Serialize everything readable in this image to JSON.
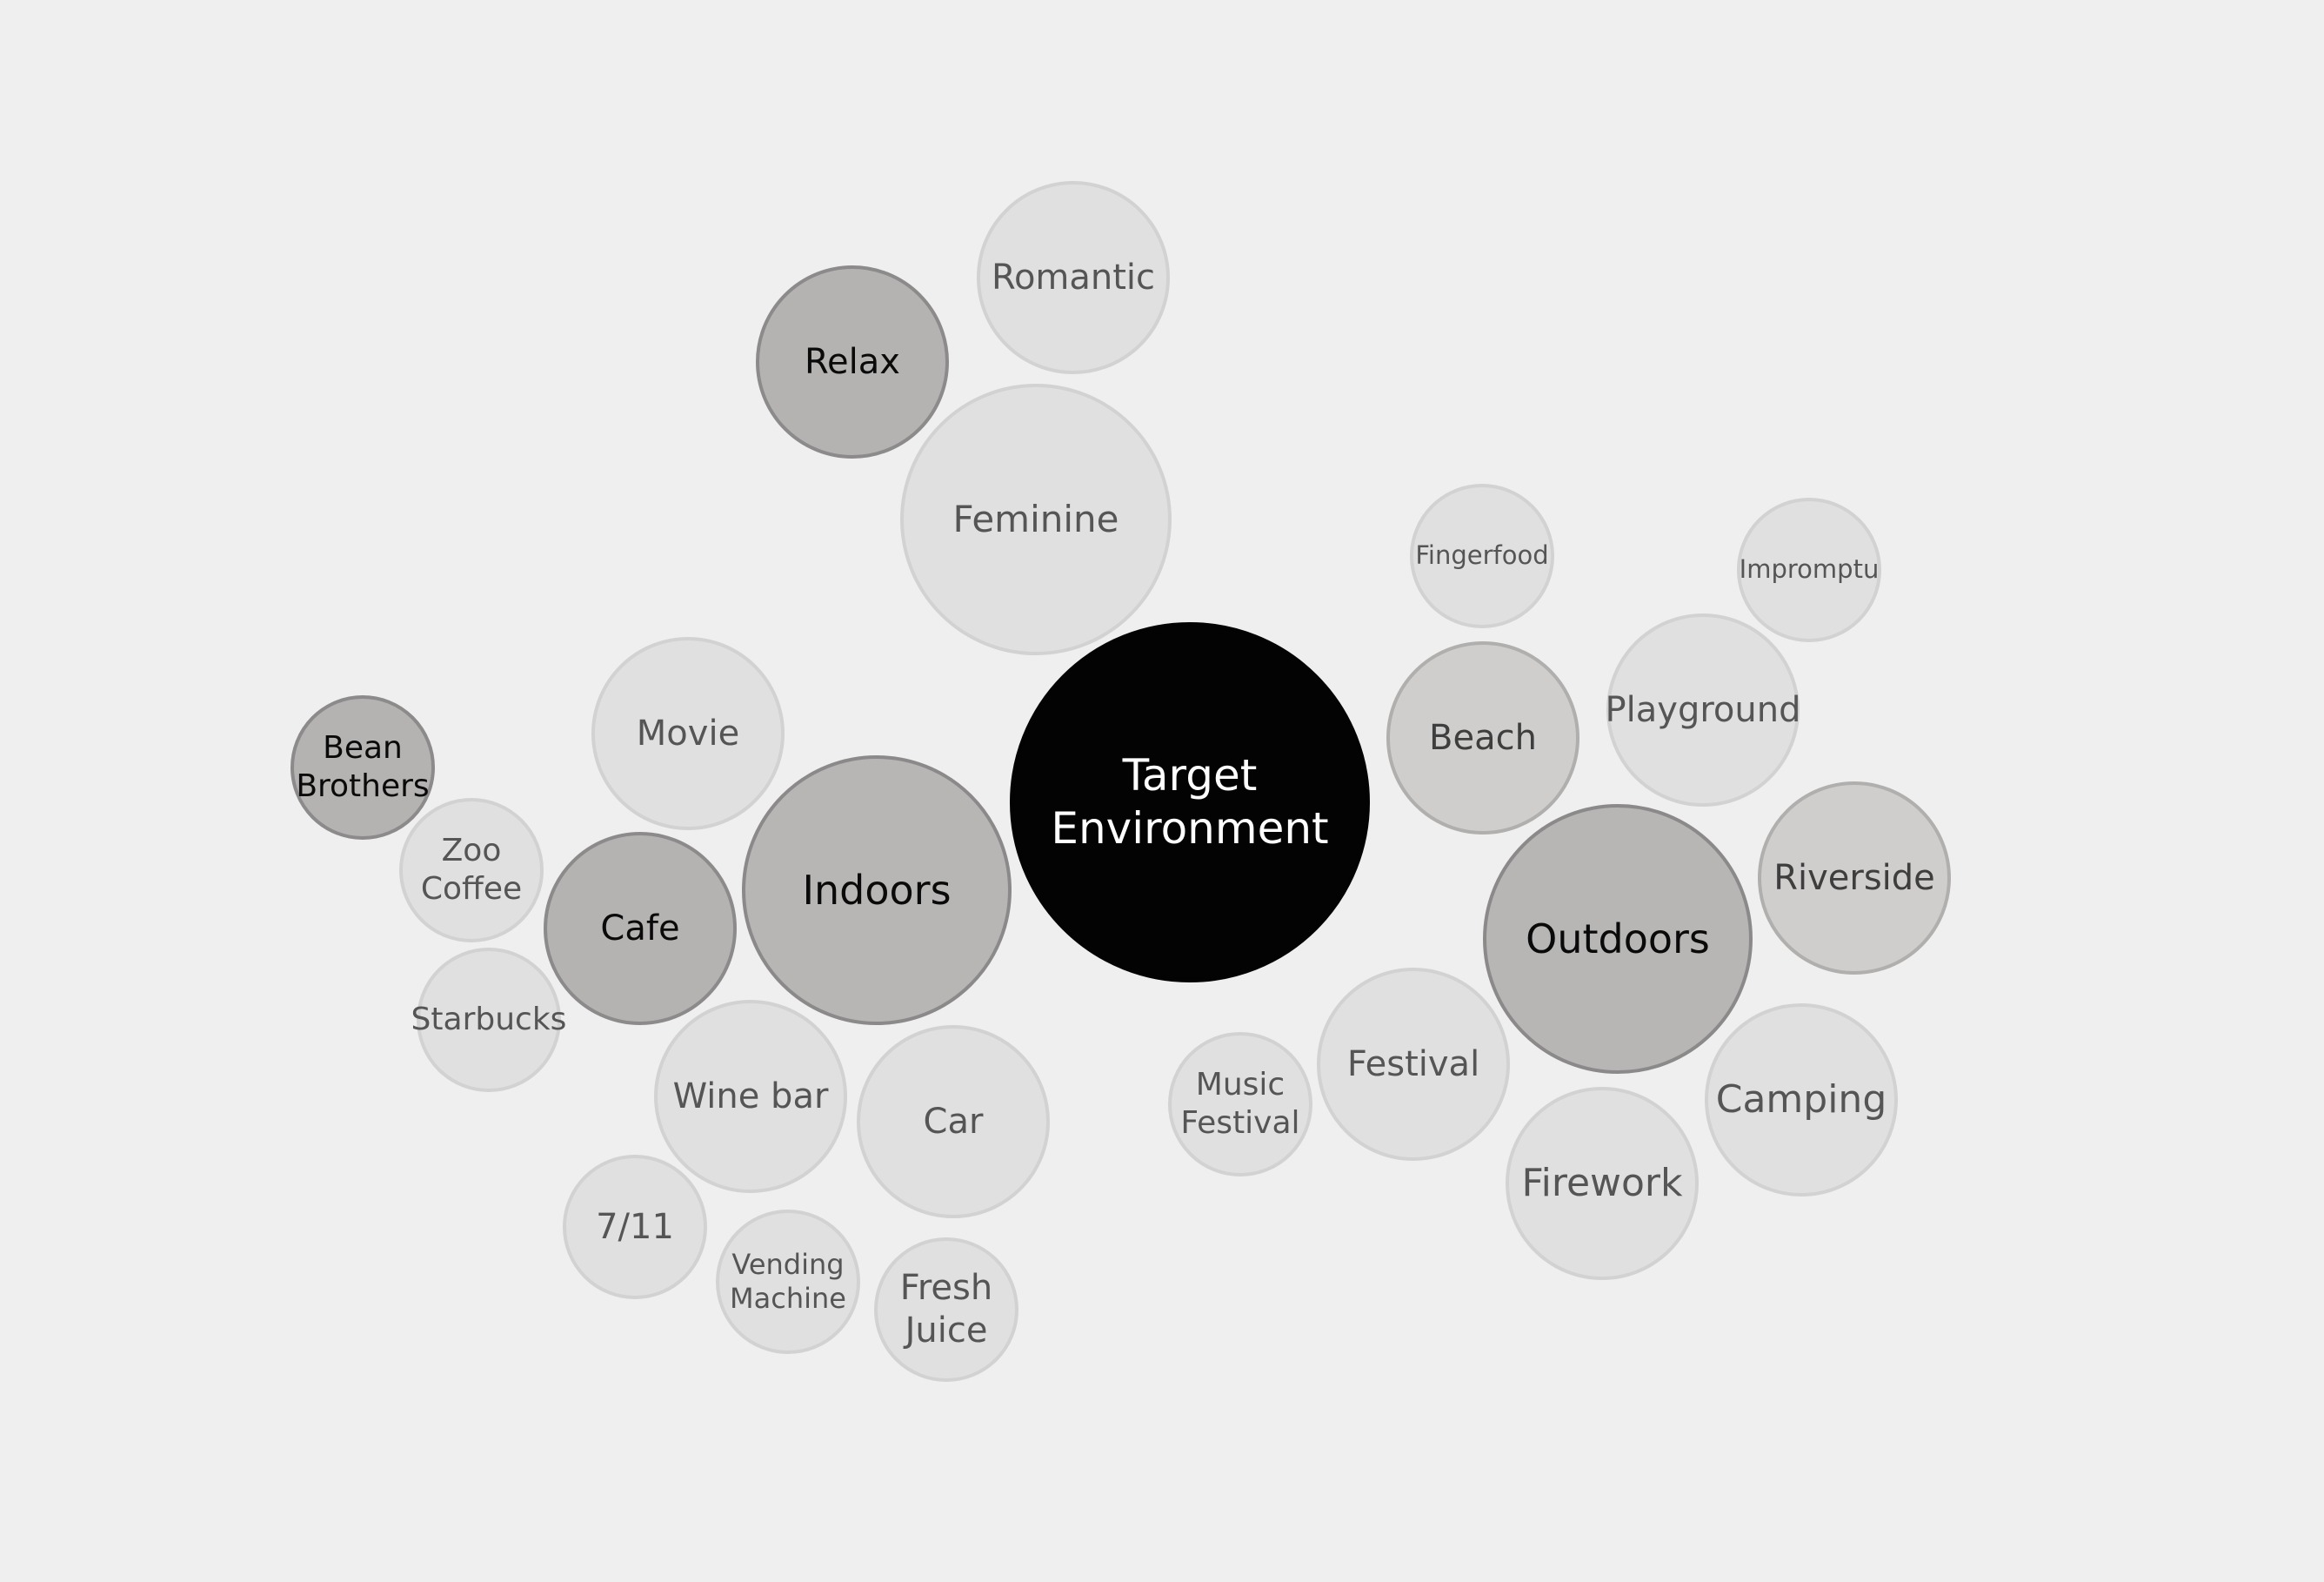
{
  "diagram": {
    "center": {
      "label": "Target\nEnvironment"
    },
    "groups": {
      "indoors": {
        "label": "Indoors",
        "items": {
          "movie": "Movie",
          "cafe": "Cafe",
          "bean_brothers": "Bean\nBrothers",
          "zoo_coffee": "Zoo\nCoffee",
          "starbucks": "Starbucks",
          "wine_bar": "Wine bar",
          "car": "Car",
          "seven_eleven": "7/11",
          "vending_machine": "Vending\nMachine",
          "fresh_juice": "Fresh\nJuice"
        }
      },
      "mood": {
        "feminine": "Feminine",
        "relax": "Relax",
        "romantic": "Romantic"
      },
      "outdoors": {
        "label": "Outdoors",
        "items": {
          "beach": "Beach",
          "fingerfood": "Fingerfood",
          "impromptu": "Impromptu",
          "playground": "Playground",
          "riverside": "Riverside",
          "camping": "Camping",
          "firework": "Firework",
          "festival": "Festival",
          "music_festival": "Music\nFestival"
        }
      }
    },
    "colors": {
      "background": "#efefef",
      "center_fill": "#030303",
      "primary_fill": "#b5b4b3",
      "secondary_fill": "#cfcecc",
      "leaf_fill": "#e0e0e0"
    }
  }
}
